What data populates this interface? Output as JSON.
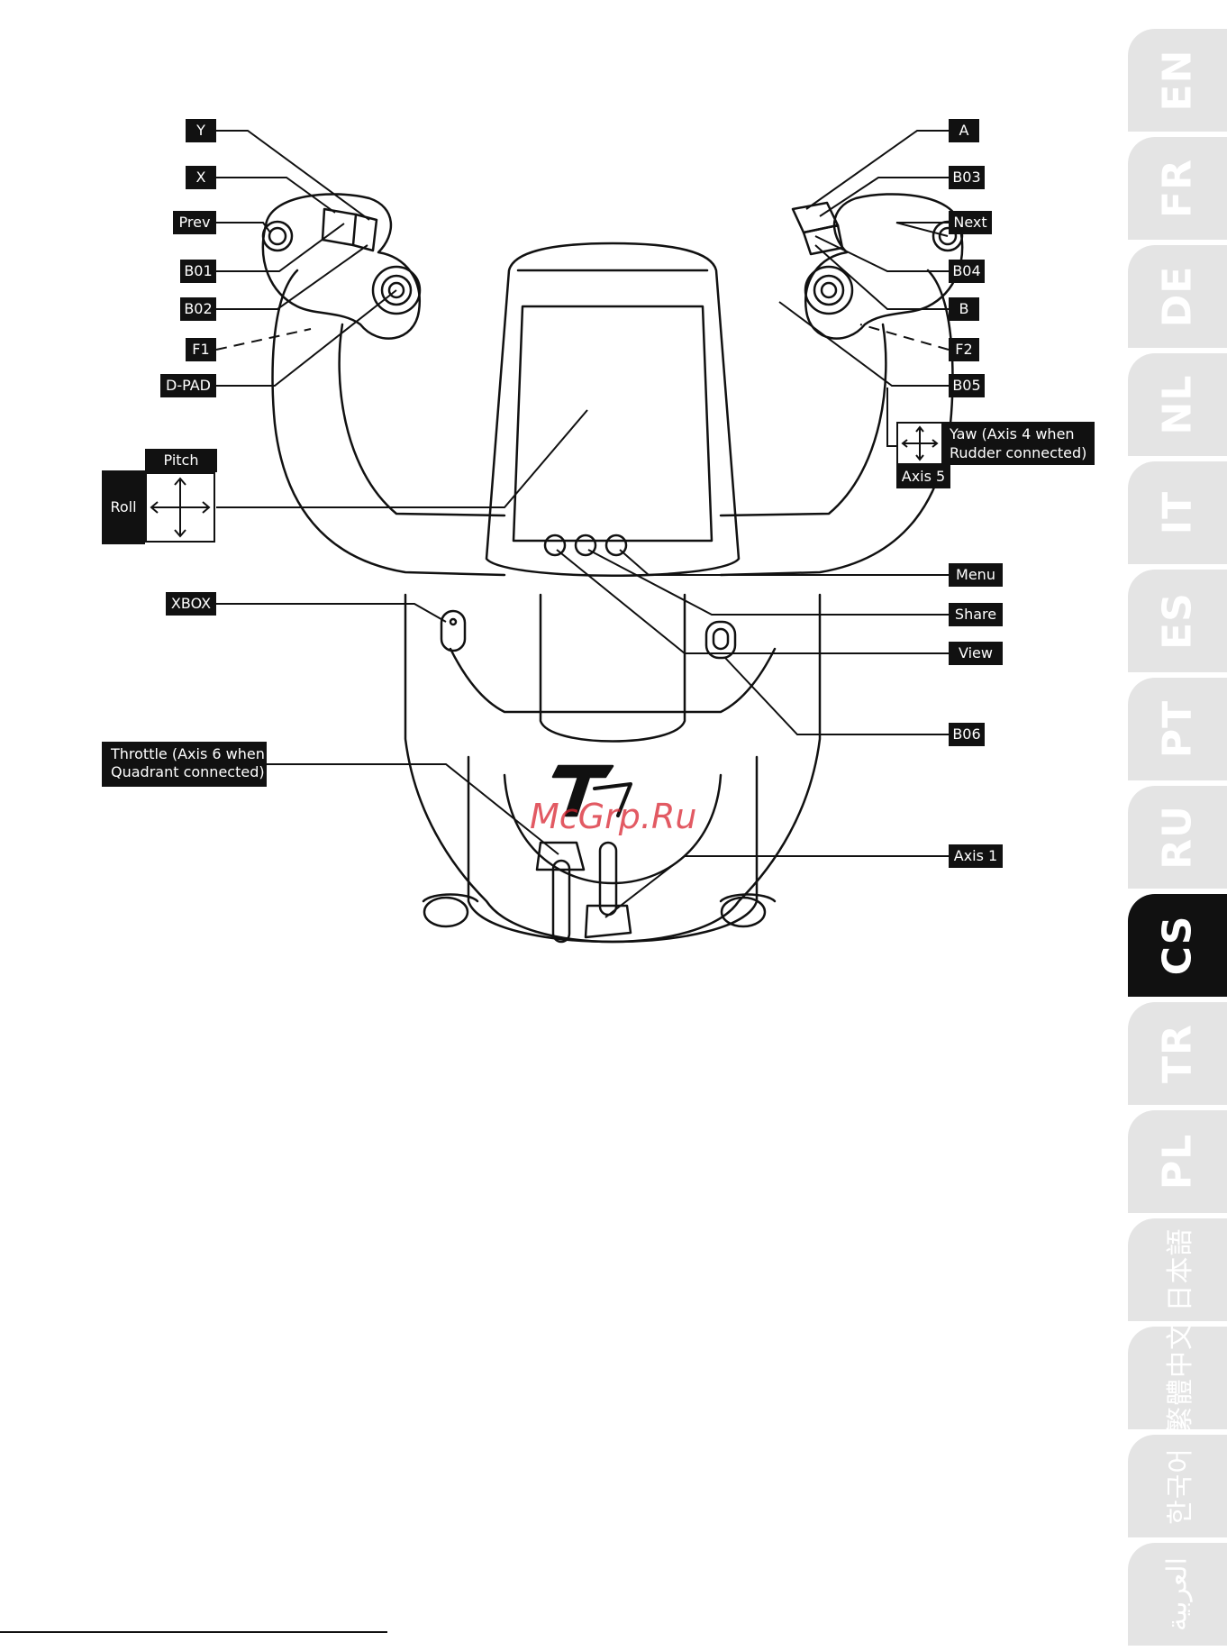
{
  "watermark": "McGrp.Ru",
  "labels": {
    "y": "Y",
    "x": "X",
    "prev": "Prev",
    "b01": "B01",
    "b02": "B02",
    "f1": "F1",
    "dpad": "D-PAD",
    "pitch": "Pitch",
    "roll": "Roll",
    "xbox": "XBOX",
    "throttle": "Throttle (Axis 6 when\nQuadrant connected)",
    "a": "A",
    "b03": "B03",
    "next": "Next",
    "b04": "B04",
    "b": "B",
    "f2": "F2",
    "b05": "B05",
    "yaw": "Yaw (Axis 4 when\nRudder connected)",
    "axis5": "Axis 5",
    "menu": "Menu",
    "share": "Share",
    "view": "View",
    "b06": "B06",
    "axis1": "Axis 1"
  },
  "language_tabs": [
    {
      "label": "EN",
      "active": false
    },
    {
      "label": "FR",
      "active": false
    },
    {
      "label": "DE",
      "active": false
    },
    {
      "label": "NL",
      "active": false
    },
    {
      "label": "IT",
      "active": false
    },
    {
      "label": "ES",
      "active": false
    },
    {
      "label": "PT",
      "active": false
    },
    {
      "label": "RU",
      "active": false
    },
    {
      "label": "CS",
      "active": true
    },
    {
      "label": "TR",
      "active": false
    },
    {
      "label": "PL",
      "active": false
    },
    {
      "label": "日本語",
      "active": false
    },
    {
      "label": "繁體中文",
      "active": false
    },
    {
      "label": "한국어",
      "active": false
    },
    {
      "label": "العربية",
      "active": false
    }
  ]
}
